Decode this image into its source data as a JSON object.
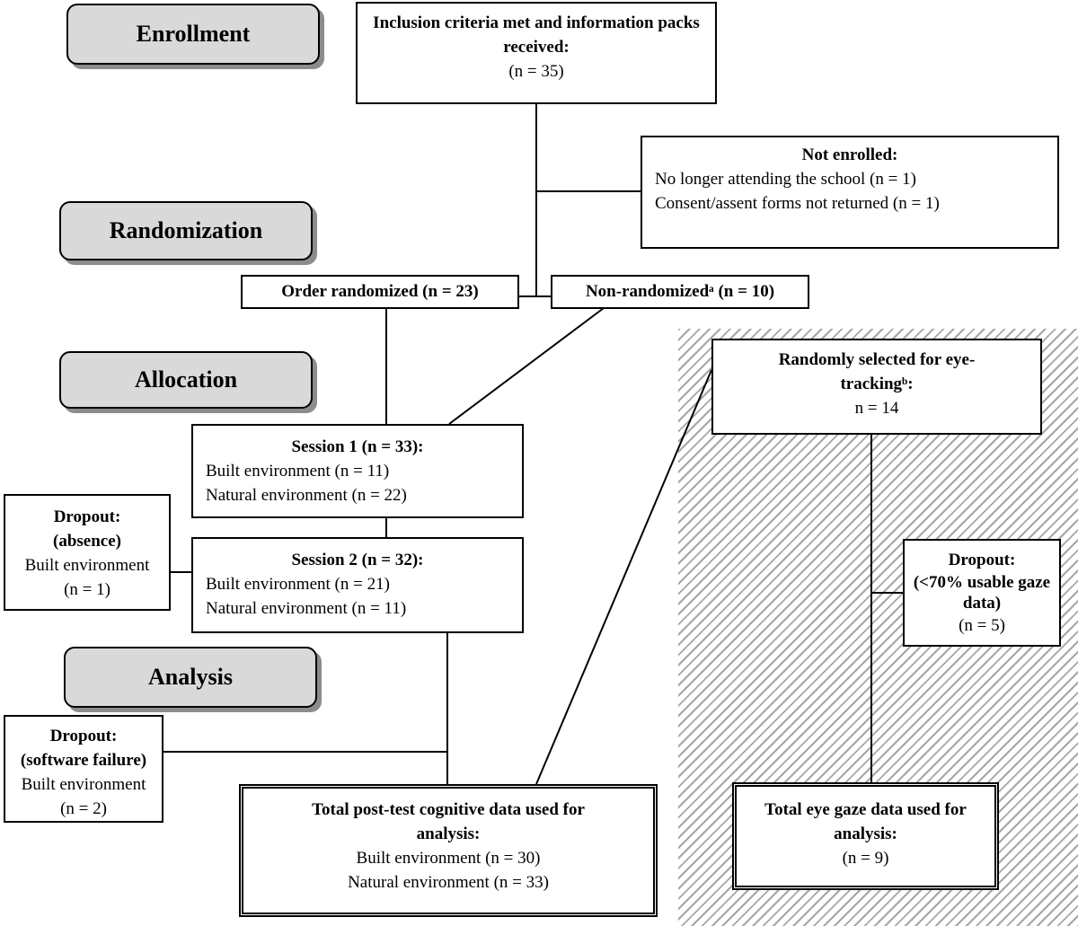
{
  "stages": {
    "enrollment": "Enrollment",
    "randomization": "Randomization",
    "allocation": "Allocation",
    "analysis": "Analysis"
  },
  "inclusion": {
    "title": "Inclusion criteria met and information packs received:",
    "n": "(n = 35)"
  },
  "not_enrolled": {
    "title": "Not enrolled:",
    "items": [
      "No longer attending the school (n = 1)",
      "Consent/assent forms not returned (n = 1)"
    ]
  },
  "order_randomized": "Order randomized (n = 23)",
  "non_randomized": "Non-randomizedᵃ (n = 10)",
  "session1": {
    "title": "Session 1 (n = 33):",
    "built": "Built environment (n = 11)",
    "natural": "Natural environment (n = 22)"
  },
  "session2": {
    "title": "Session 2 (n = 32):",
    "built": "Built environment (n = 21)",
    "natural": "Natural environment (n = 11)"
  },
  "dropout_absence": {
    "title1": "Dropout:",
    "title2": "(absence)",
    "env": "Built environment",
    "n": "(n  = 1)"
  },
  "dropout_software": {
    "title1": "Dropout:",
    "title2": "(software failure)",
    "env": "Built environment",
    "n": "(n = 2)"
  },
  "total_cognitive": {
    "title": "Total post-test cognitive data used for analysis:",
    "built": "Built environment (n = 30)",
    "natural": "Natural environment (n = 33)"
  },
  "eye_tracking": {
    "title": "Randomly selected for eye-trackingᵇ:",
    "n": "n = 14"
  },
  "dropout_gaze": {
    "title1": "Dropout:",
    "title2": "(<70% usable gaze data)",
    "n": "(n = 5)"
  },
  "total_gaze": {
    "title": "Total eye gaze data used for analysis:",
    "n": "(n = 9)"
  }
}
